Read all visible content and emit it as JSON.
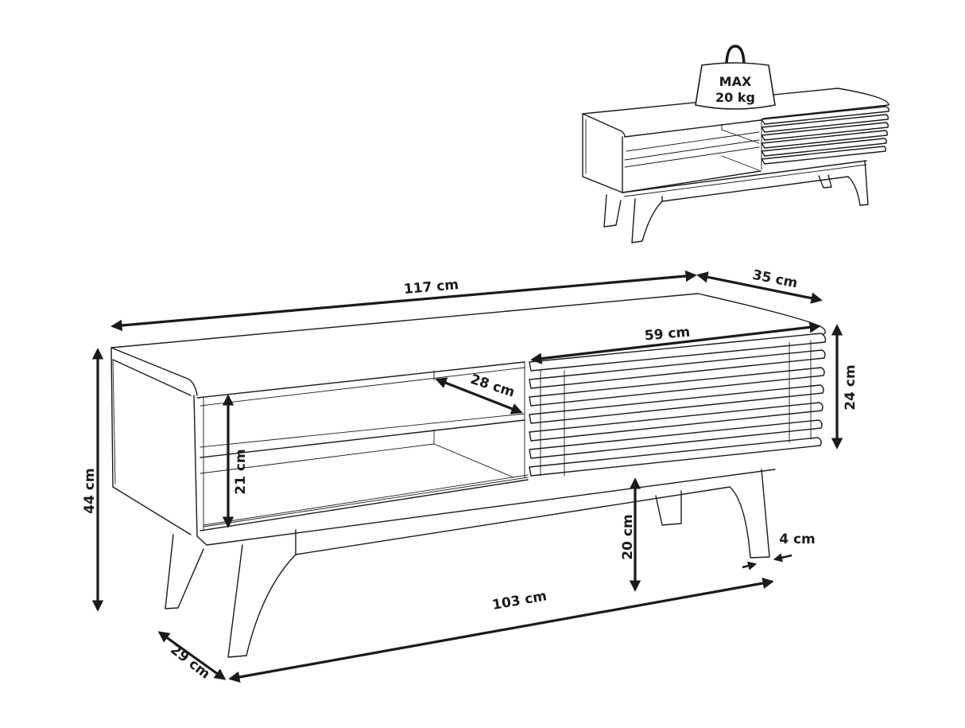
{
  "title": "TV stand dimensions diagram",
  "colors": {
    "line": "#1a1a1a",
    "background": "#ffffff"
  },
  "weight_badge": {
    "line1": "MAX",
    "line2": "20 kg"
  },
  "dimensions": {
    "width": "117 cm",
    "depth": "35 cm",
    "height": "44 cm",
    "door_width": "59 cm",
    "door_height": "24 cm",
    "shelf_depth": "28 cm",
    "compartment_height": "21 cm",
    "leg_height": "20 cm",
    "leg_width": "4 cm",
    "leg_span": "103 cm",
    "leg_depth": "29 cm"
  }
}
